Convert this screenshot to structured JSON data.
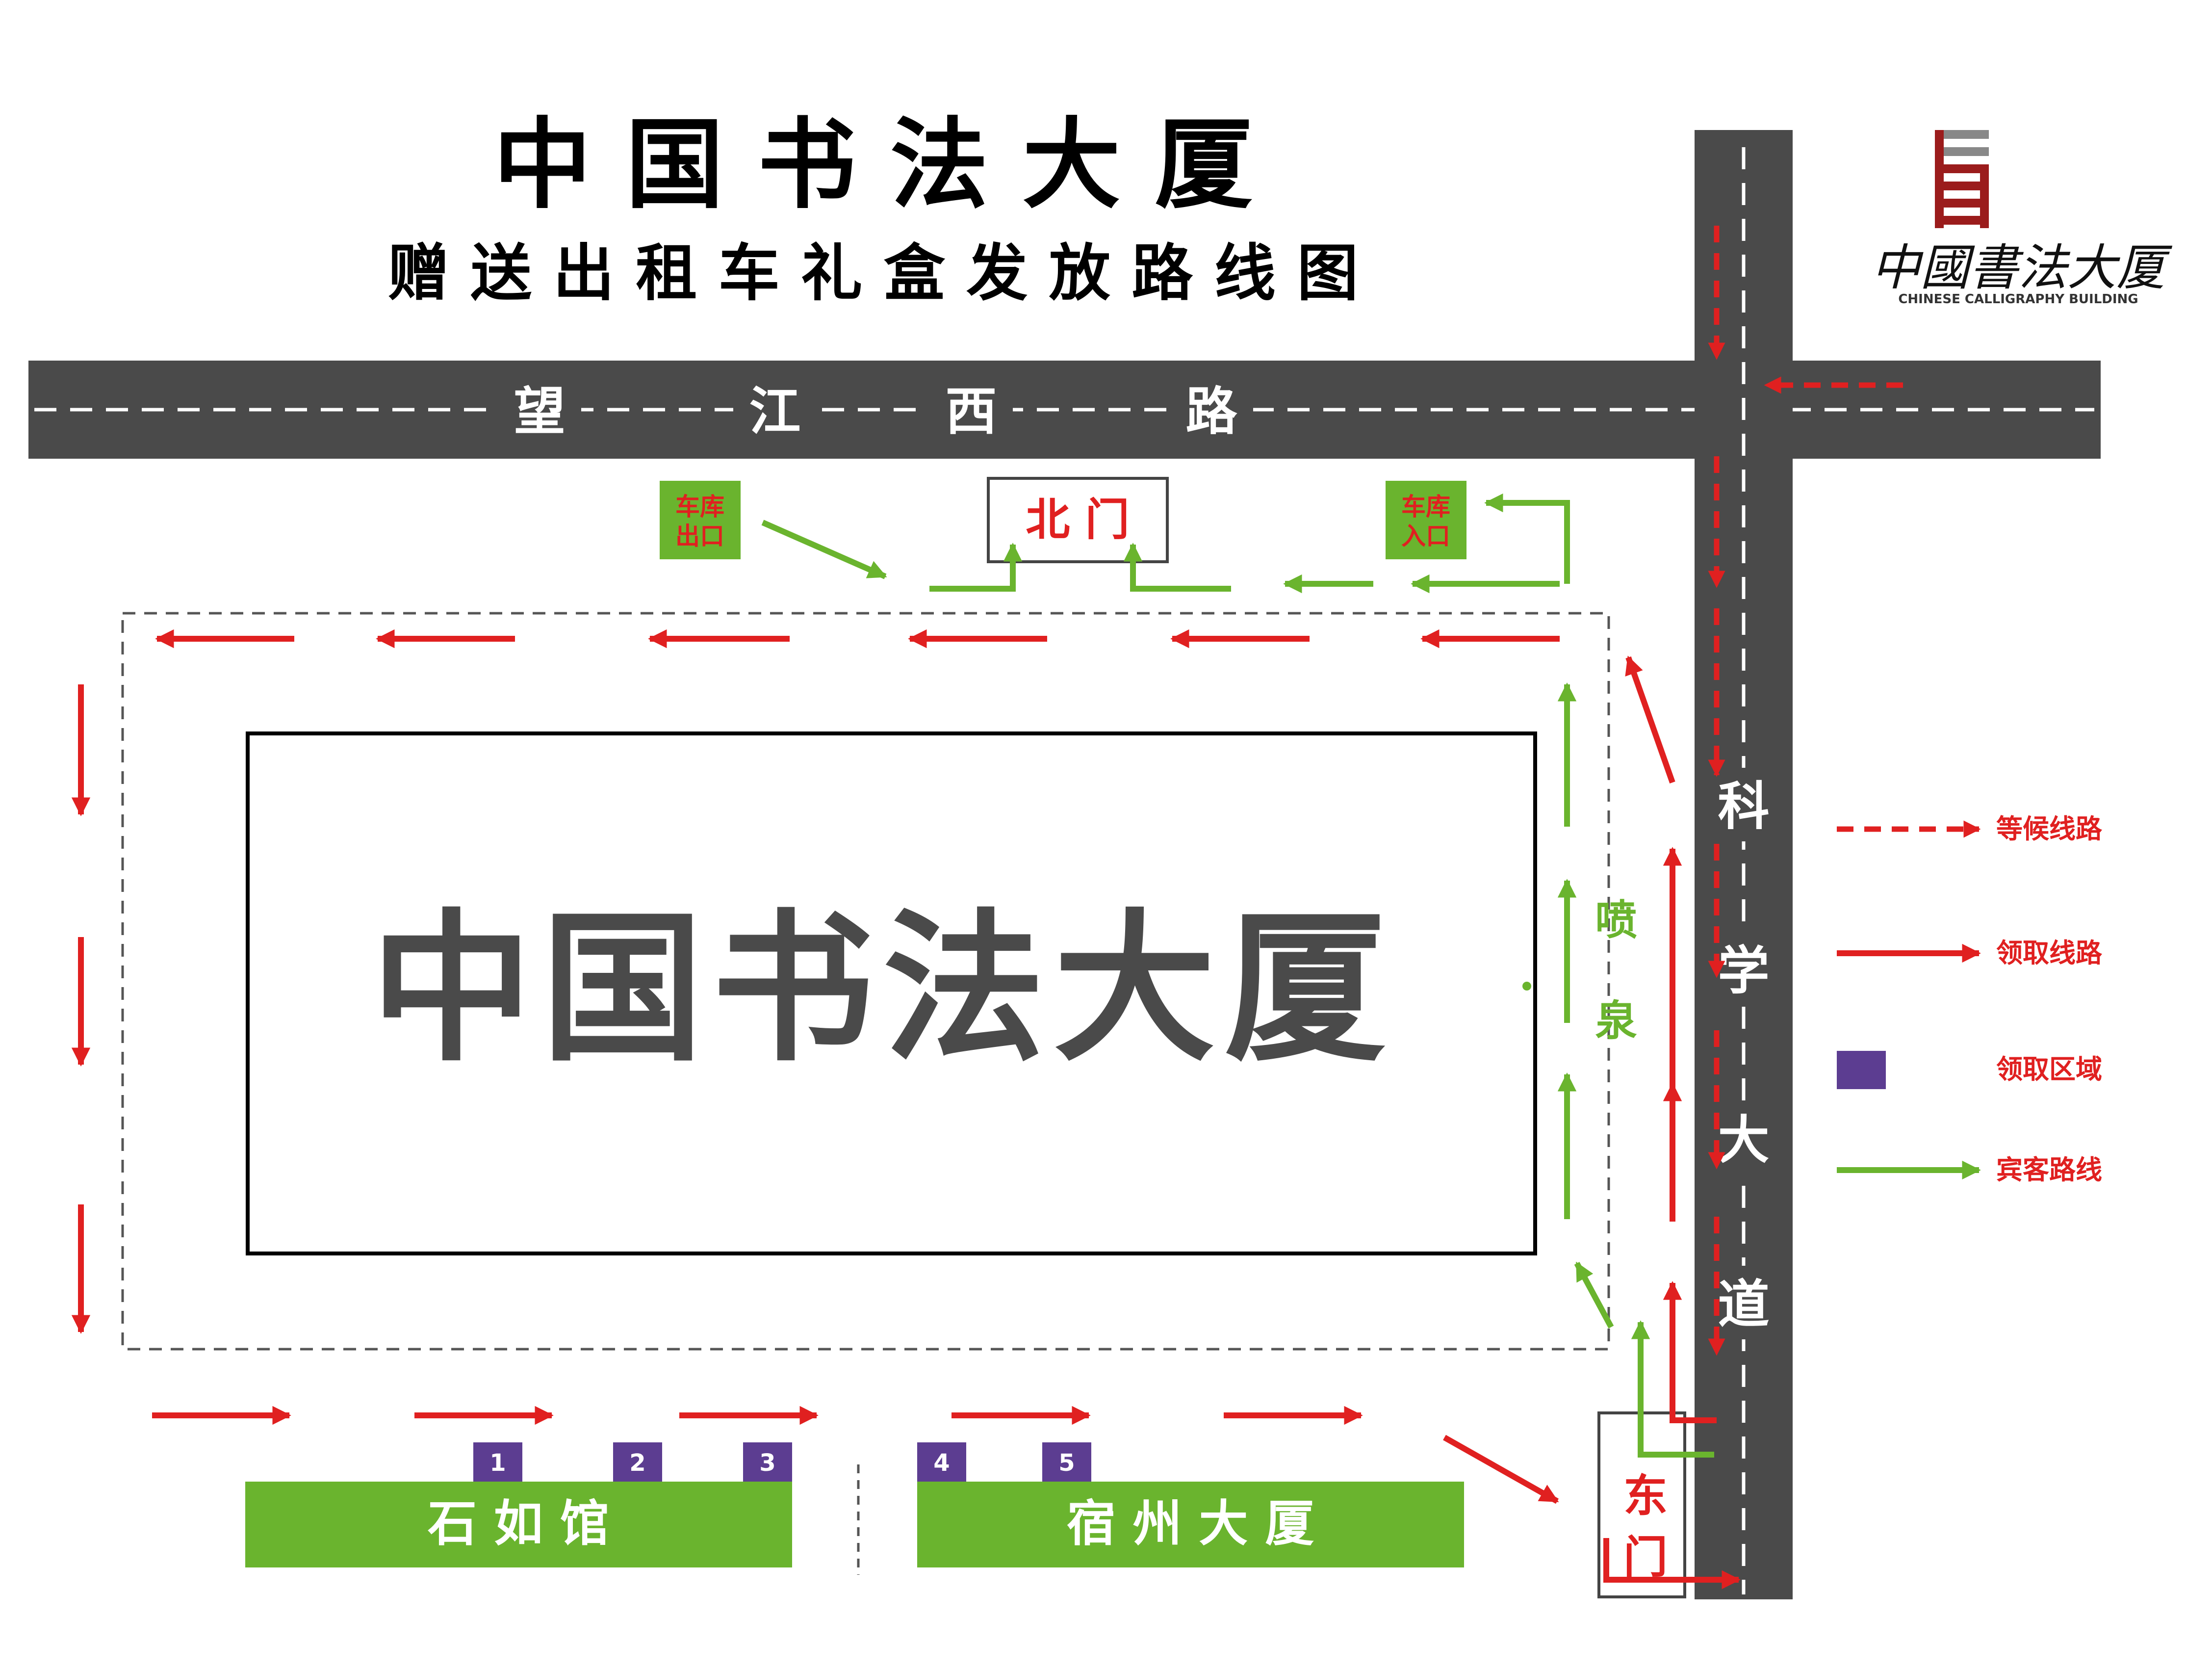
{
  "header": {
    "title": "中 国 书 法 大 厦",
    "subtitle": "赠 送 出 租 车 礼 盒 发 放 路 线 图"
  },
  "logo": {
    "text": "中國書法大厦",
    "english": "CHINESE  CALLIGRAPHY  BUILDING"
  },
  "roads": {
    "horizontal": [
      "望",
      "江",
      "西",
      "路"
    ],
    "vertical": [
      "科",
      "学",
      "大",
      "道"
    ]
  },
  "building": {
    "label": "中国书法大厦"
  },
  "gates": {
    "north": "北  门",
    "east": [
      "东",
      "门"
    ]
  },
  "garage": {
    "exit": [
      "车库",
      "出口"
    ],
    "entrance": [
      "车库",
      "入口"
    ]
  },
  "fountain": [
    "喷",
    "泉"
  ],
  "venues": [
    {
      "name": "石 如 馆"
    },
    {
      "name": "宿 州 大 厦"
    }
  ],
  "pickup_zones": [
    "1",
    "2",
    "3",
    "4",
    "5"
  ],
  "legend": [
    {
      "label": "等候线路",
      "style": "dashed-red-arrow"
    },
    {
      "label": "领取线路",
      "style": "solid-red-arrow"
    },
    {
      "label": "领取区域",
      "style": "purple-square"
    },
    {
      "label": "宾客路线",
      "style": "green-arrow"
    }
  ],
  "colors": {
    "road": "#4a4a4a",
    "red_route": "#e02020",
    "green_route": "#6ab42e",
    "pickup_zone": "#5c3d91",
    "logo_red": "#9b1c1c"
  }
}
